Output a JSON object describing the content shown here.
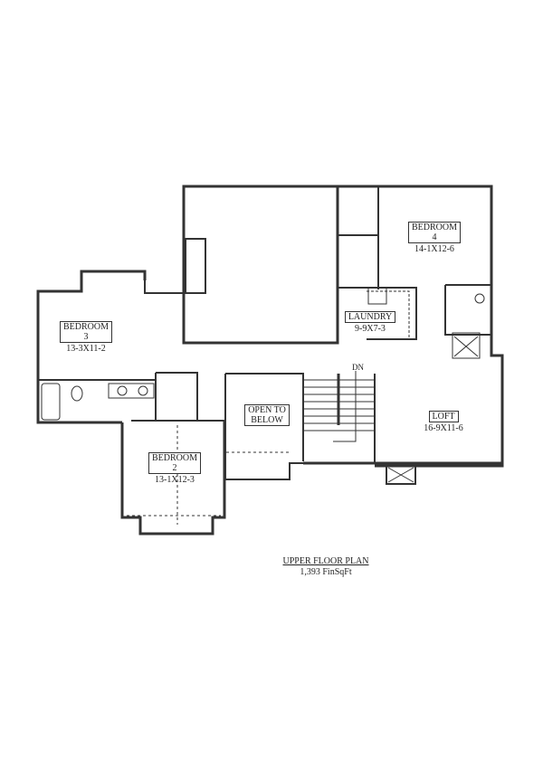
{
  "plan": {
    "title": "UPPER FLOOR PLAN",
    "area": "1,393 FinSqFt",
    "stair_label": "DN"
  },
  "rooms": [
    {
      "id": "bedroom3",
      "name": "BEDROOM",
      "number": "3",
      "dims": "13-3X11-2"
    },
    {
      "id": "bedroom4",
      "name": "BEDROOM",
      "number": "4",
      "dims": "14-1X12-6"
    },
    {
      "id": "laundry",
      "name": "LAUNDRY",
      "number": "",
      "dims": "9-9X7-3"
    },
    {
      "id": "open",
      "name": "OPEN TO",
      "number": "BELOW",
      "dims": ""
    },
    {
      "id": "loft",
      "name": "LOFT",
      "number": "",
      "dims": "16-9X11-6"
    },
    {
      "id": "bedroom2",
      "name": "BEDROOM",
      "number": "2",
      "dims": "13-1X12-3"
    }
  ],
  "colors": {
    "wall": "#333333",
    "wall_fill": "#9a9a9a",
    "background": "#ffffff"
  }
}
